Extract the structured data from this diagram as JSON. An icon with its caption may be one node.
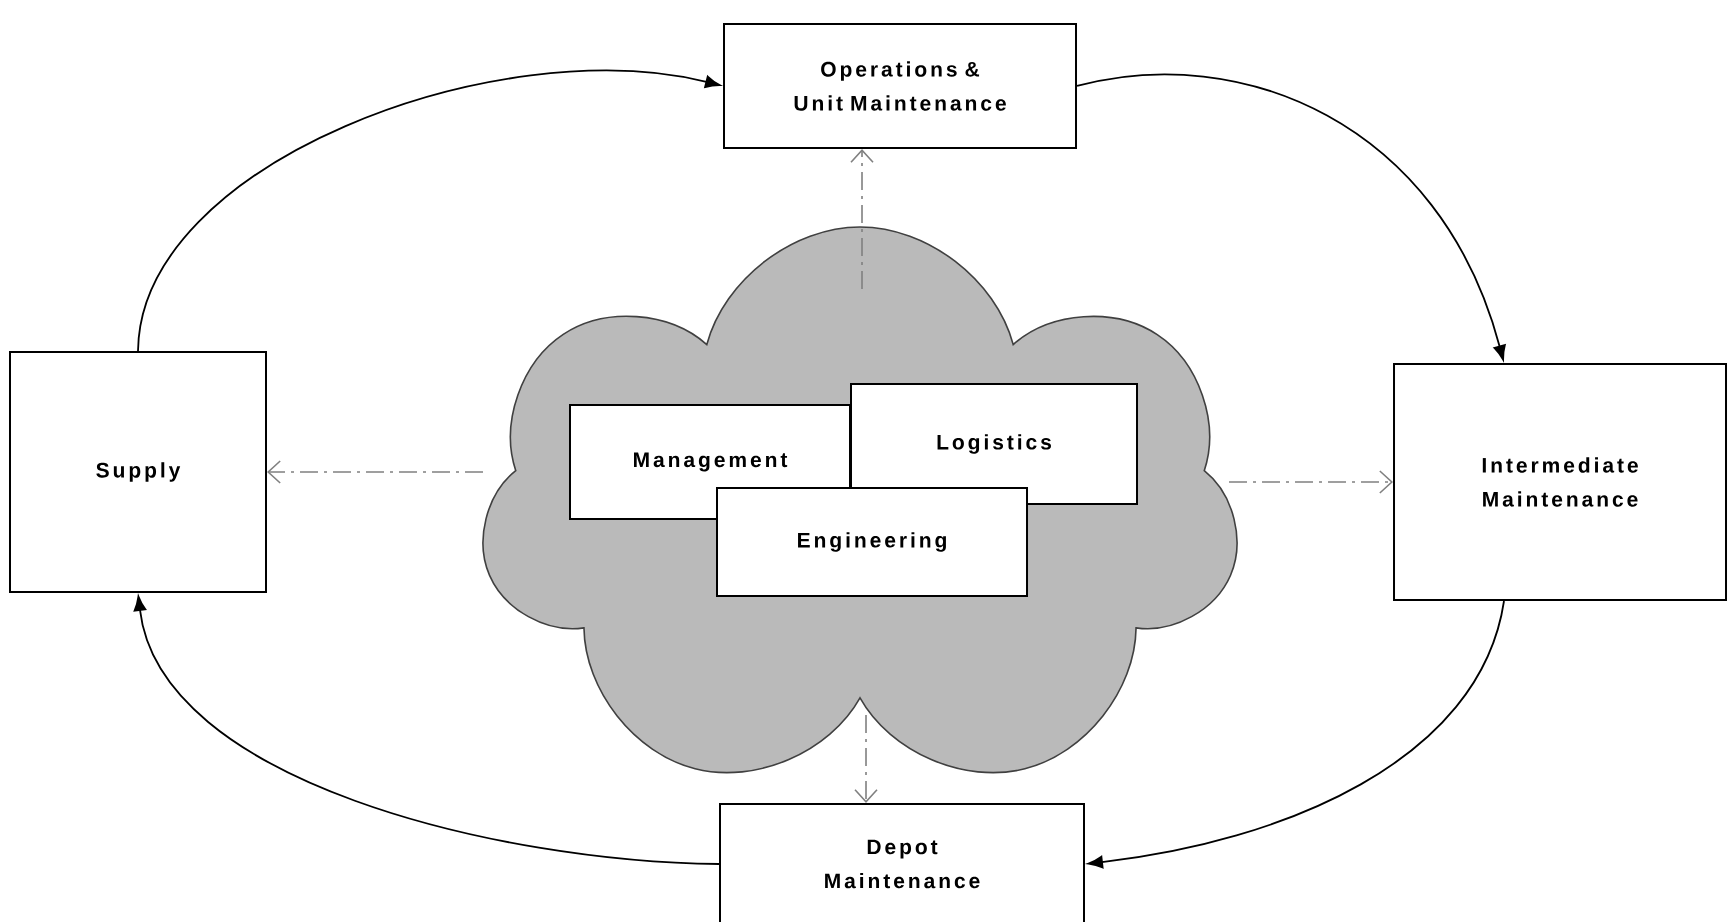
{
  "diagram": {
    "nodes": [
      {
        "text": [
          "Operations & Unit Maintenance"
        ]
      },
      {
        "text": [
          "Supply"
        ]
      },
      {
        "text": [],
        "shape": "cloud"
      },
      {
        "text": [
          "Management"
        ],
        "in": 2
      },
      {
        "text": [
          "Logistics"
        ],
        "in": 2
      },
      {
        "text": [
          "Engineering"
        ],
        "in": 2
      },
      {
        "text": [
          "Intermediate Maintenance"
        ]
      },
      {
        "text": [
          "Depot Maintenance"
        ]
      }
    ],
    "edges": [
      {
        "from": 1,
        "to": 0,
        "arrow": "to"
      },
      {
        "from": 0,
        "to": 6,
        "arrow": "to"
      },
      {
        "from": 6,
        "to": 7,
        "arrow": "to"
      },
      {
        "from": 7,
        "to": 1,
        "arrow": "to"
      },
      {
        "from": 2,
        "to": 0,
        "arrow": "to",
        "style": "dashed",
        "color": "#808080"
      },
      {
        "from": 2,
        "to": 1,
        "arrow": "to",
        "style": "dashed",
        "color": "#808080"
      },
      {
        "from": 2,
        "to": 6,
        "arrow": "to",
        "style": "dashed",
        "color": "#808080"
      },
      {
        "from": 2,
        "to": 7,
        "arrow": "to",
        "style": "dashed",
        "color": "#808080"
      }
    ]
  }
}
